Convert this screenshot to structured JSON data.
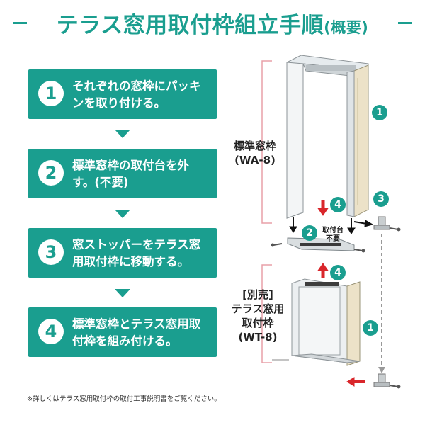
{
  "title": {
    "main": "テラス窓用取付枠組立手順",
    "paren": "(概要)"
  },
  "steps": [
    {
      "num": "1",
      "text": "それぞれの窓枠にパッキンを取り付ける。"
    },
    {
      "num": "2",
      "text": "標準窓枠の取付台を外す。(不要)"
    },
    {
      "num": "3",
      "text": "窓ストッパーをテラス窓用取付枠に移動する。"
    },
    {
      "num": "4",
      "text": "標準窓枠とテラス窓用取付枠を組み付ける。"
    }
  ],
  "diagram": {
    "standard_frame_label": "標準窓枠",
    "standard_frame_model": "(WA-8)",
    "terrace_frame_tag": "[別売]",
    "terrace_frame_label1": "テラス窓用",
    "terrace_frame_label2": "取付枠",
    "terrace_frame_model": "(WT-8)",
    "mount_label1": "取付台",
    "mount_label2": "不要",
    "badges": {
      "b1_top": "1",
      "b1_bottom": "1",
      "b2": "2",
      "b3": "3",
      "b4_top": "4",
      "b4_bottom": "4"
    }
  },
  "note": "※詳しくはテラス窓用取付枠の取付工事説明書をご覧ください。",
  "colors": {
    "accent": "#1a9e8f",
    "arrow_red": "#d9262b",
    "bracket_pink": "#e8a0a8"
  }
}
